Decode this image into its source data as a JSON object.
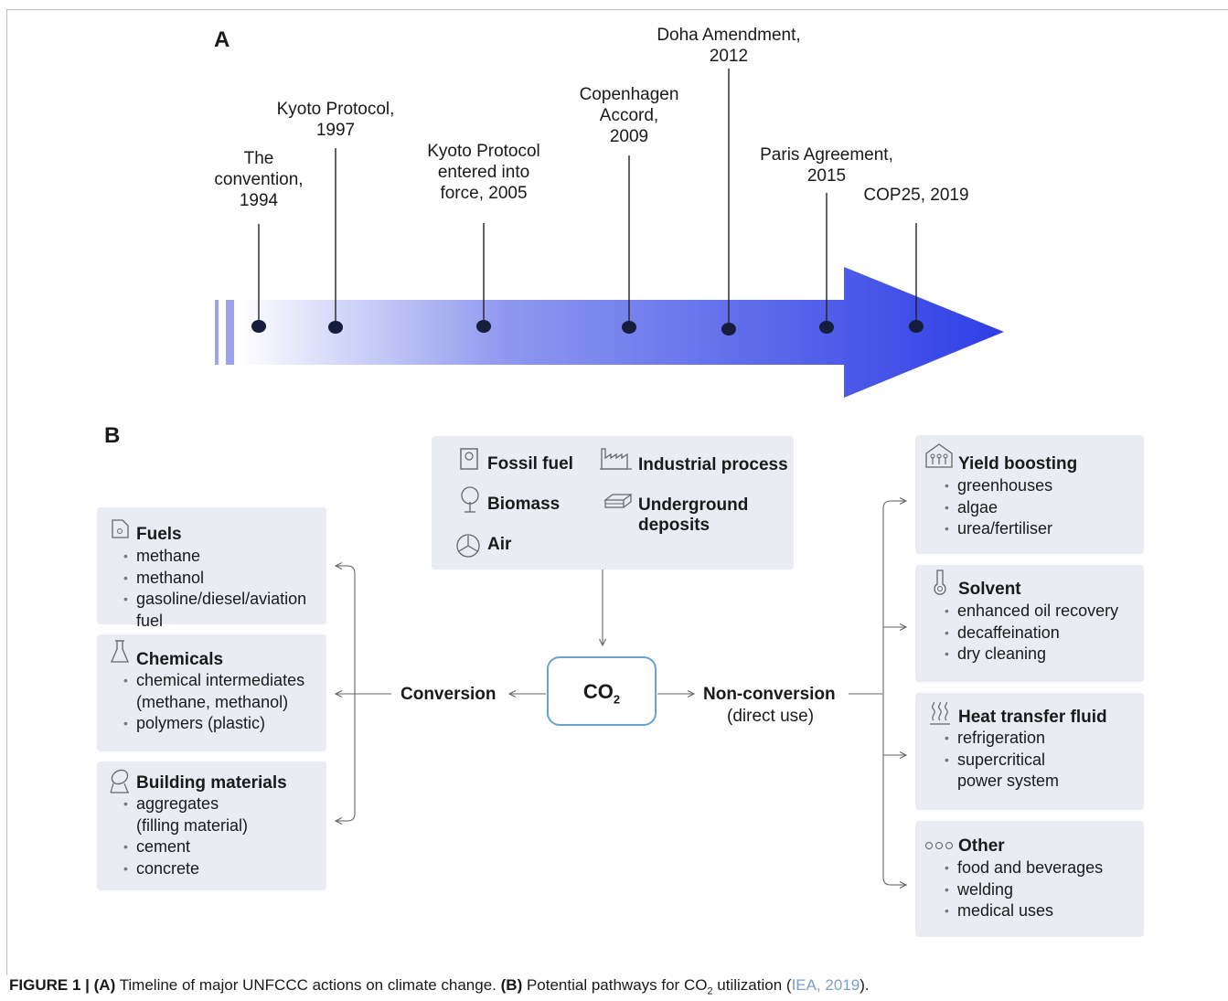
{
  "panelA": {
    "letter": "A",
    "events": [
      {
        "lines": [
          "The",
          "convention,",
          "1994"
        ]
      },
      {
        "lines": [
          "Kyoto Protocol,",
          "1997"
        ]
      },
      {
        "lines": [
          "Kyoto Protocol",
          "entered into",
          "force, 2005"
        ]
      },
      {
        "lines": [
          "Copenhagen",
          "Accord,",
          "2009"
        ]
      },
      {
        "lines": [
          "Doha Amendment,",
          "2012"
        ]
      },
      {
        "lines": [
          "Paris Agreement,",
          "2015"
        ]
      },
      {
        "lines": [
          "COP25, 2019"
        ]
      }
    ],
    "arrow_color": "#2f3fe0"
  },
  "panelB": {
    "letter": "B",
    "sources": {
      "fossil": "Fossil fuel",
      "industrial": "Industrial process",
      "biomass": "Biomass",
      "underground": [
        "Underground",
        "deposits"
      ],
      "air": "Air"
    },
    "center": {
      "co2": "CO",
      "co2_sub": "2"
    },
    "conversion_label": "Conversion",
    "nonconversion_label": "Non-conversion",
    "nonconversion_sub": "(direct use)",
    "left_boxes": [
      {
        "title": "Fuels",
        "items": [
          "methane",
          "methanol",
          "gasoline/diesel/aviation"
        ],
        "cont": [
          "fuel"
        ]
      },
      {
        "title": "Chemicals",
        "items": [
          "chemical intermediates"
        ],
        "cont": [
          "(methane, methanol)"
        ],
        "items2": [
          "polymers (plastic)"
        ]
      },
      {
        "title": "Building materials",
        "items": [
          "aggregates"
        ],
        "cont": [
          "(filling material)"
        ],
        "items2": [
          "cement",
          "concrete"
        ]
      }
    ],
    "right_boxes": [
      {
        "title": "Yield boosting",
        "items": [
          "greenhouses",
          "algae",
          "urea/fertiliser"
        ]
      },
      {
        "title": "Solvent",
        "items": [
          "enhanced oil recovery",
          "decaffeination",
          "dry cleaning"
        ]
      },
      {
        "title": "Heat transfer fluid",
        "items": [
          "refrigeration",
          "supercritical"
        ],
        "cont": [
          "power system"
        ]
      },
      {
        "title": "Other",
        "items": [
          "food and beverages",
          "welding",
          "medical uses"
        ]
      }
    ],
    "box_color": "#e9edf3"
  },
  "caption": {
    "fig": "FIGURE 1 |",
    "a": "(A)",
    "a_text": " Timeline of major UNFCCC actions on climate change. ",
    "b": "(B)",
    "b_text1": " Potential pathways for CO",
    "b_sub": "2",
    "b_text2": " utilization (",
    "ref": "IEA, 2019",
    "end": ")."
  }
}
